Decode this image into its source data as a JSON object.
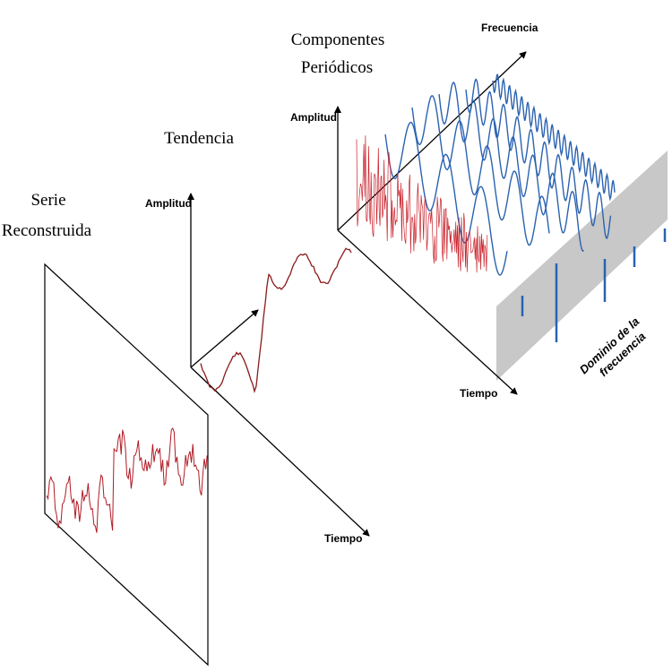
{
  "colors": {
    "series": "#b11a24",
    "periodic": "#2a62b0",
    "axis": "#000000",
    "panel_fill": "#c8c8c8"
  },
  "reconstructed": {
    "title_line1": "Serie",
    "title_line2": "Reconstruida"
  },
  "trend": {
    "title": "Tendencia",
    "y_label": "Amplitud",
    "x_label": "Tiempo"
  },
  "periodic": {
    "title_line1": "Componentes",
    "title_line2": "Periódicos",
    "y_label": "Amplitud",
    "x_label": "Tiempo",
    "z_label": "Frecuencia",
    "frequency_domain_line1": "Dominio de la",
    "frequency_domain_line2": "frecuencia"
  }
}
